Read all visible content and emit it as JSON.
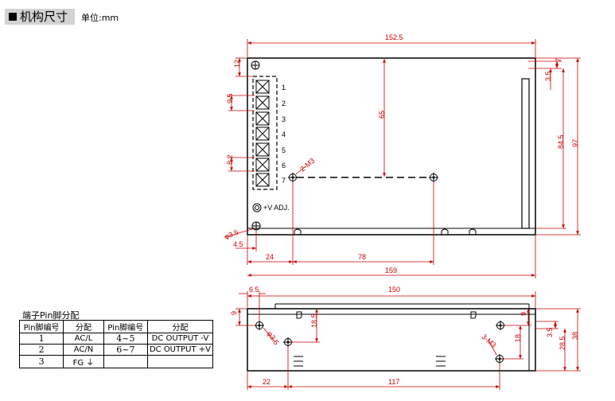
{
  "header": {
    "title": "机构尺寸",
    "unit": "单位:mm"
  },
  "top_view": {
    "dims": {
      "total_width": "152.5",
      "hole_span": "65",
      "top_margin": "12",
      "pin_pitch": "9.5",
      "pin_spacing": "8.2",
      "hole_label": "2-M3",
      "hole_dia": "φ3.5",
      "left_offset": "4.5",
      "hole_x1": "24",
      "hole_x2": "78",
      "overall_length": "159",
      "right_small_a": "7",
      "right_small_b": "3.5",
      "height_a": "84.5",
      "height_b": "97"
    },
    "terminal_numbers": [
      "1",
      "2",
      "3",
      "4",
      "5",
      "6",
      "7"
    ],
    "vadj_label": "+V ADJ."
  },
  "side_view": {
    "dims": {
      "left_offset": "6.5",
      "total_width": "150",
      "top_offset": "9",
      "hole_drop": "18.5",
      "hole_dia": "φ3.5",
      "hole_label": "3-M3",
      "right_top": "9",
      "hole_vert": "18",
      "small_side": "3.5",
      "height_mid": "28.5",
      "height_total": "38",
      "bottom_left": "22",
      "bottom_span": "117"
    }
  },
  "pin_table": {
    "caption": "端子Pin脚分配",
    "headers": [
      "Pin脚编号",
      "分配",
      "Pin脚编号",
      "分配"
    ],
    "rows": [
      {
        "pin": "1",
        "assign": "AC/L",
        "pin2": "4~5",
        "assign2": "DC OUTPUT -V"
      },
      {
        "pin": "2",
        "assign": "AC/N",
        "pin2": "6~7",
        "assign2": "DC OUTPUT +V"
      },
      {
        "pin": "3",
        "assign": "FG ⏚",
        "pin2": "",
        "assign2": ""
      }
    ]
  },
  "colors": {
    "outline": "#000000",
    "dimension": "#cc0000",
    "header_bg": "#d3d3d3"
  }
}
